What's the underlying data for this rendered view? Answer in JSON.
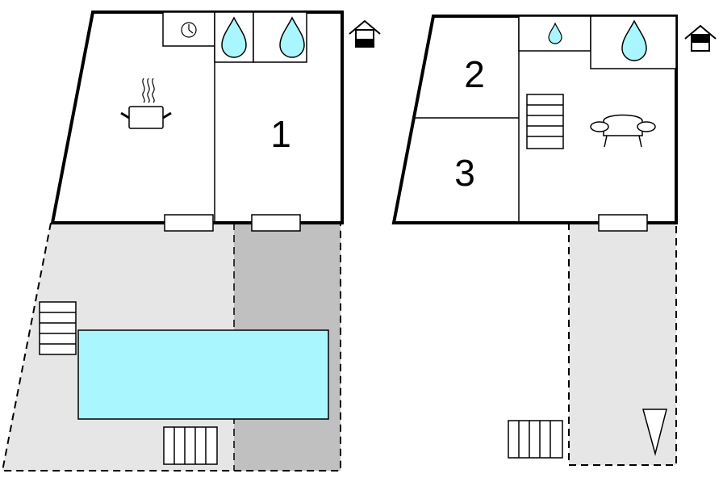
{
  "floors": [
    {
      "id": "ground-floor",
      "level_icon": "house-ground-floor-icon",
      "rooms": [
        {
          "id": "kitchen",
          "label": "",
          "icon": "cooking-pot-icon"
        },
        {
          "id": "bedroom-1",
          "label": "1"
        },
        {
          "id": "utility",
          "icon": "clock-icon"
        },
        {
          "id": "bathroom-a",
          "icon": "water-drop-icon"
        },
        {
          "id": "bathroom-b",
          "icon": "water-drop-icon"
        }
      ],
      "outdoor": [
        "terrace",
        "swimming-pool",
        "pool-ladder",
        "pool-steps"
      ]
    },
    {
      "id": "upper-floor",
      "level_icon": "house-upper-floor-icon",
      "rooms": [
        {
          "id": "bedroom-2",
          "label": "2"
        },
        {
          "id": "bedroom-3",
          "label": "3"
        },
        {
          "id": "living-room",
          "icon": "sofa-icon"
        },
        {
          "id": "wc",
          "icon": "water-drop-icon"
        },
        {
          "id": "bathroom-c",
          "icon": "water-drop-icon"
        }
      ],
      "outdoor": [
        "balcony",
        "stairs-icon",
        "railing"
      ]
    }
  ],
  "colors": {
    "wall": "#000000",
    "terrace": "#e6e6e6",
    "terrace_dark": "#c0c0c0",
    "water": "#aaf6ff",
    "pool": "#aaf6ff"
  }
}
